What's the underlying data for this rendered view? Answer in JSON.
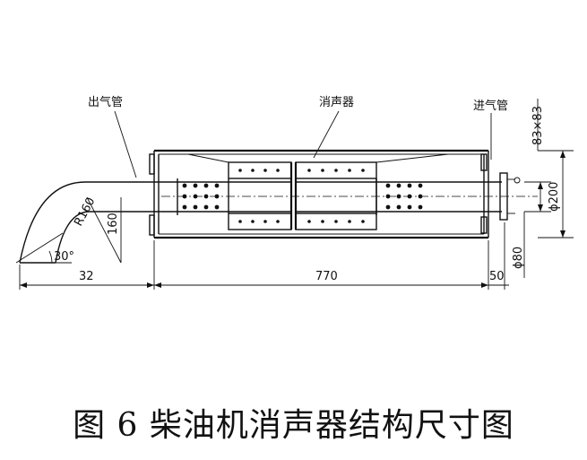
{
  "labels": {
    "exhaust_outlet": "出气管",
    "muffler": "消声器",
    "inlet": "进气管"
  },
  "dimensions": {
    "left_length": "32",
    "body_length": "770",
    "inlet_length": "50",
    "radius": "R160",
    "height": "160",
    "angle": "30°",
    "outer_diameter": "ϕ200",
    "inner_diameter": "ϕ80",
    "flange": "83×83"
  },
  "caption": "图 6  柴油机消声器结构尺寸图"
}
